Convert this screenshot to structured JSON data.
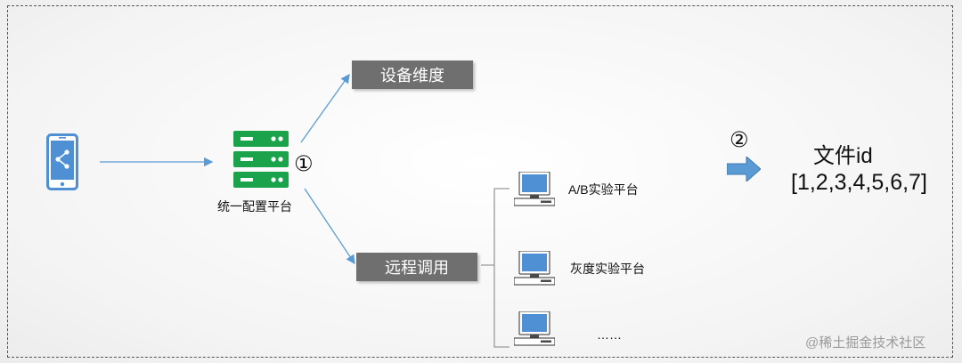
{
  "server_label": "统一配置平台",
  "step1_marker": "①",
  "step2_marker": "②",
  "branch_top": "设备维度",
  "branch_bottom": "远程调用",
  "platforms": [
    {
      "label": "A/B实验平台"
    },
    {
      "label": "灰度实验平台"
    },
    {
      "label": "……"
    }
  ],
  "result": {
    "title": "文件id",
    "ids": "[1,2,3,4,5,6,7]"
  },
  "watermark": "@稀土掘金技术社区",
  "colors": {
    "phone": "#4f8fd4",
    "server": "#1aa34a",
    "arrow": "#5b9bd5",
    "box": "#6f6f6f",
    "computer": "#4f8fd4"
  },
  "icons": [
    "phone-share-icon",
    "server-icon",
    "computer-icon",
    "arrow-right-icon"
  ]
}
